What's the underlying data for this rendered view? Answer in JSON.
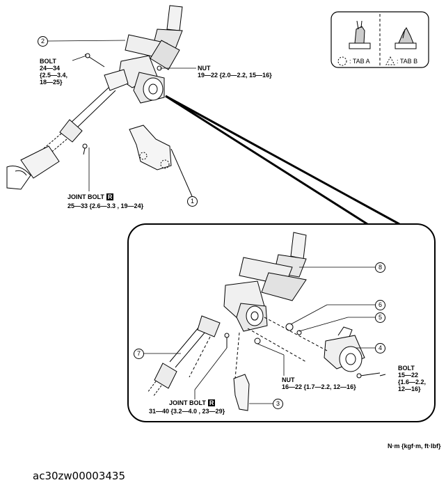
{
  "legend": {
    "tab_a_label": ": TAB A",
    "tab_b_label": ": TAB B"
  },
  "callouts": {
    "c1": "1",
    "c2": "2",
    "c3": "3",
    "c4": "4",
    "c5": "5",
    "c6": "6",
    "c7": "7",
    "c8": "8"
  },
  "labels": {
    "bolt_top": {
      "title": "BOLT",
      "line1": "24—34",
      "line2": "{2.5—3.4,",
      "line3": "18—25}"
    },
    "nut_top": {
      "title": "NUT",
      "value": "19—22 {2.0—2.2, 15—16}"
    },
    "joint_bolt_top": {
      "title": "JOINT BOLT",
      "badge": "R",
      "value": "25—33 {2.6—3.3 , 19—24}"
    },
    "nut_bottom": {
      "title": "NUT",
      "value": "16—22 {1.7—2.2, 12—16}"
    },
    "bolt_bottom": {
      "title": "BOLT",
      "line1": "15—22",
      "line2": "{1.6—2.2,",
      "line3": "12—16}"
    },
    "joint_bolt_bottom": {
      "title": "JOINT BOLT",
      "badge": "R",
      "value": "31—40 {3.2—4.0 , 23—29}"
    }
  },
  "units": "N·m {kgf·m, ft·lbf}",
  "footer_code": "ac30zw00003435",
  "colors": {
    "ink": "#000000",
    "background": "#ffffff"
  }
}
